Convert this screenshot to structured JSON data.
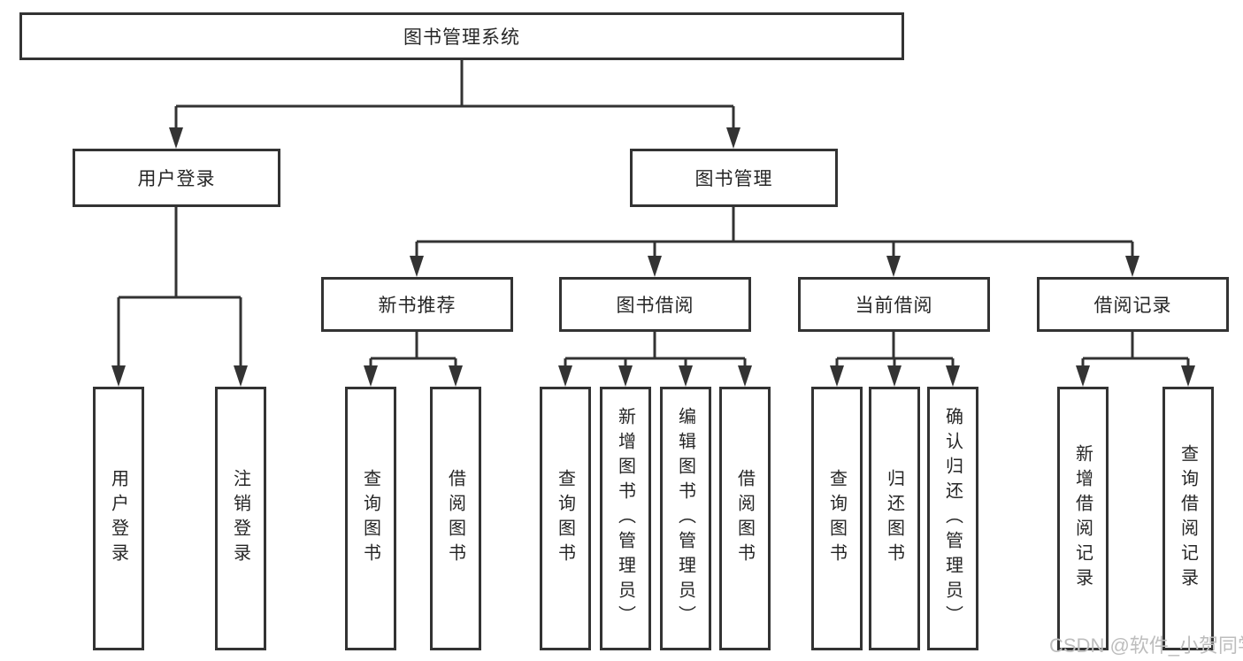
{
  "nodes": {
    "root": "图书管理系统",
    "user_login": "用户登录",
    "book_mgmt": "图书管理",
    "new_books": "新书推荐",
    "book_borrow": "图书借阅",
    "current_borrow": "当前借阅",
    "borrow_records": "借阅记录"
  },
  "leaves": {
    "user_login": [
      "用户登录",
      "注销登录"
    ],
    "new_books": [
      "查询图书",
      "借阅图书"
    ],
    "book_borrow": [
      "查询图书",
      "新增图书（管理员）",
      "编辑图书（管理员）",
      "借阅图书"
    ],
    "current_borrow": [
      "查询图书",
      "归还图书",
      "确认归还（管理员）"
    ],
    "borrow_records": [
      "新增借阅记录",
      "查询借阅记录"
    ]
  },
  "watermark": "CSDN @软件_小贺同学",
  "colors": {
    "line": "#333333",
    "text": "#262626",
    "watermark": "#bdbdbd",
    "background": "#ffffff"
  }
}
